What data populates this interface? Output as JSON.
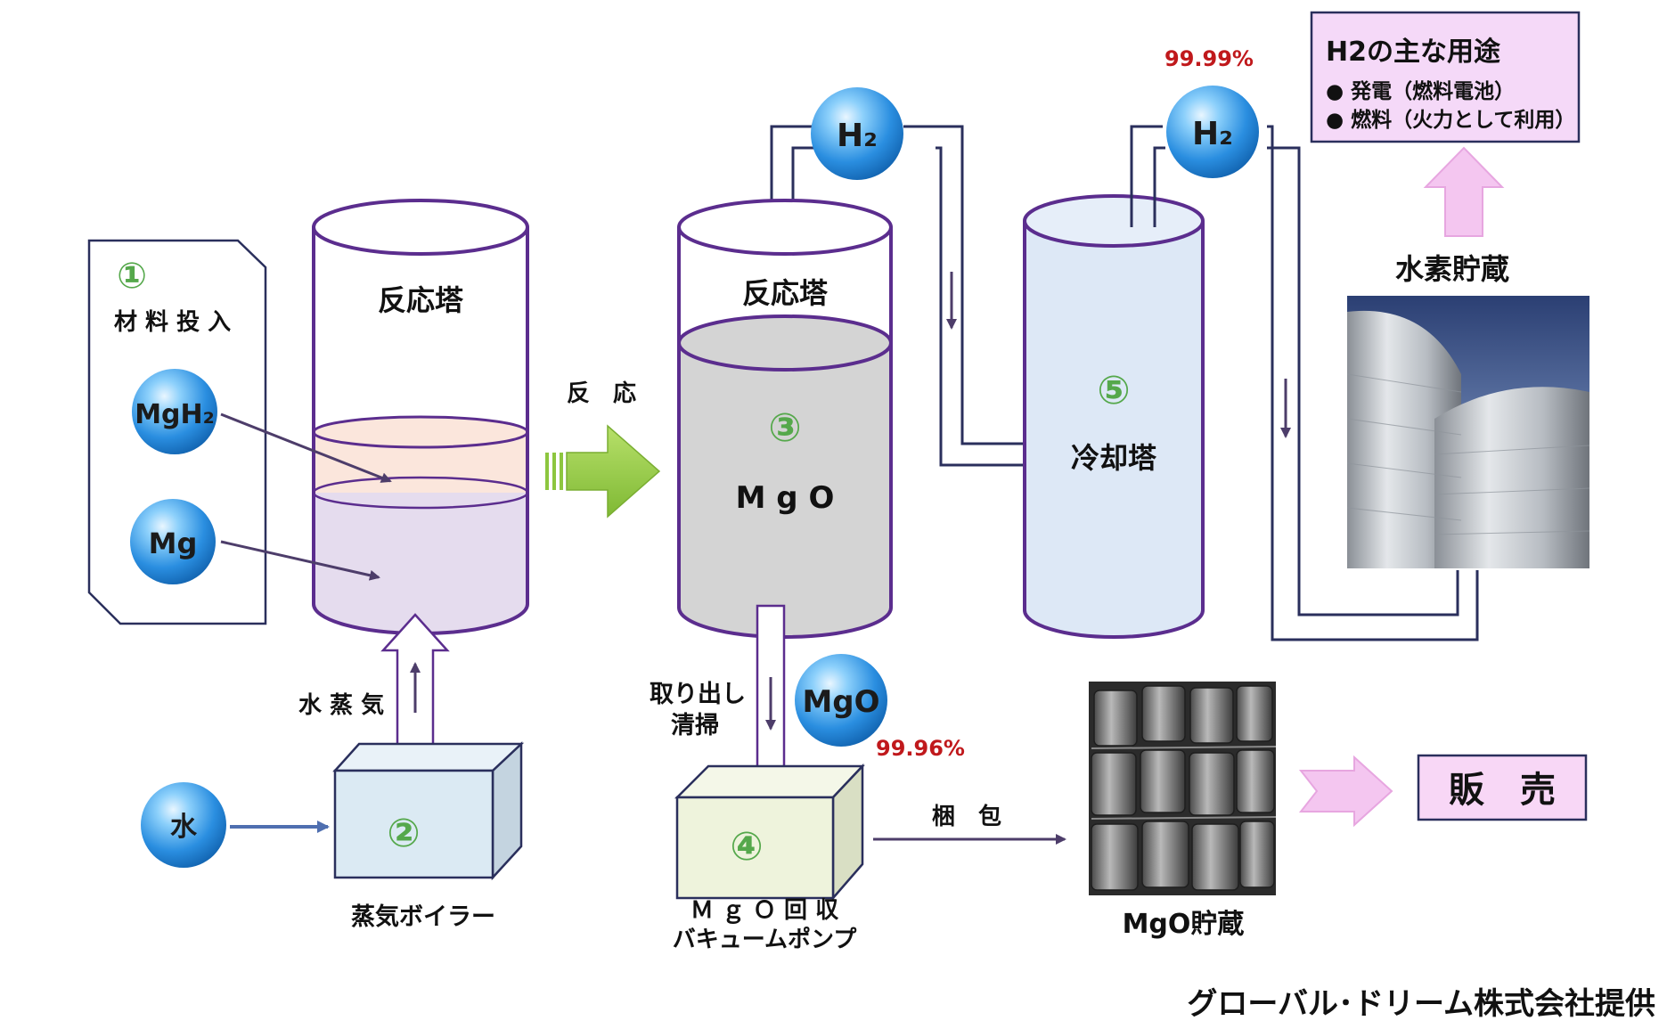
{
  "material_input": {
    "number": "①",
    "label": "材 料 投 入"
  },
  "tower1": {
    "label": "反応塔"
  },
  "tower3": {
    "label": "反応塔",
    "number": "③",
    "content": "M g O"
  },
  "reaction_arrow": {
    "label": "反　応"
  },
  "balls": {
    "mgh2": "MgH₂",
    "mg": "Mg",
    "water": "水",
    "h2_left": "H₂",
    "h2_right": "H₂",
    "mgo": "MgO"
  },
  "steam": {
    "label": "水 蒸 気"
  },
  "boiler": {
    "number": "②",
    "label": "蒸気ボイラー"
  },
  "takeout": {
    "line1": "取り出し",
    "line2": "清掃"
  },
  "purity_mgo": "99.96%",
  "purity_h2": "99.99%",
  "pump": {
    "number": "④",
    "line1": "Ｍ ｇ Ｏ 回 収",
    "line2": "バキュームポンプ"
  },
  "packing": {
    "label": "梱　包"
  },
  "mgo_storage": {
    "label": "MgO貯蔵"
  },
  "cooling": {
    "number": "⑤",
    "label": "冷却塔"
  },
  "h2_storage": {
    "label": "水素貯蔵"
  },
  "uses": {
    "title": "H2の主な用途",
    "items": [
      "● 発電（燃料電池）",
      "● 燃料（火力として利用）"
    ]
  },
  "sales": {
    "label": "販　売"
  },
  "credit": "グローバル･ドリーム株式会社提供",
  "colors": {
    "outline": "#5b2d8e",
    "pipe": "#2a2f5c",
    "green_arrow": "#8dc63f",
    "pink_arrow": "#f4c6f0",
    "sales_box": "#f8d7f6",
    "boiler_fill": "#dbeaf3",
    "pump_fill": "#eef3dc",
    "cooling_fill": "#dde8f6",
    "ball_blue": "#2a8ee0"
  }
}
